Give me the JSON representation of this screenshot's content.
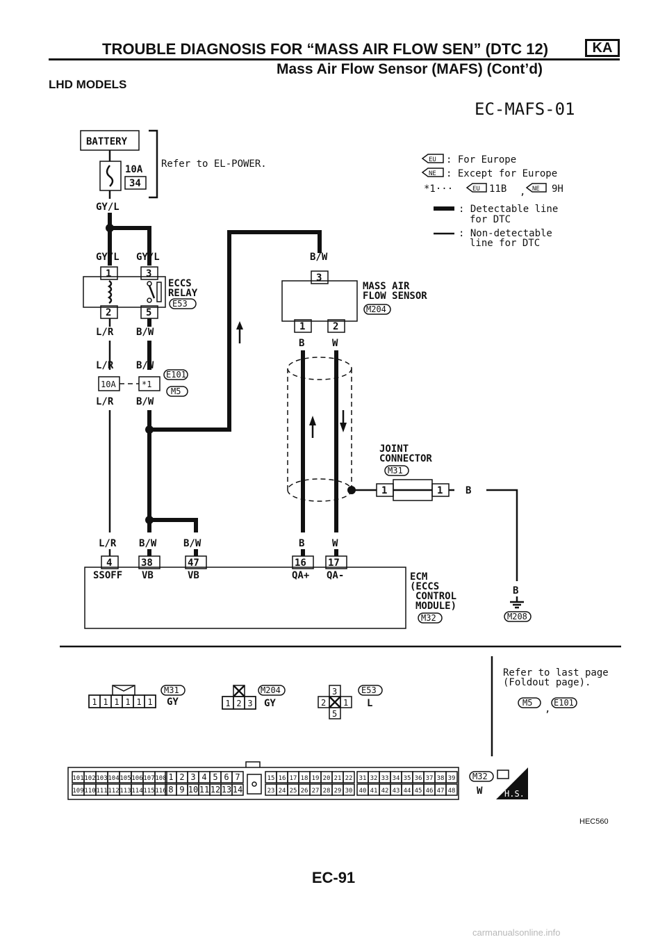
{
  "header": {
    "title": "TROUBLE DIAGNOSIS FOR “MASS AIR FLOW SEN” (DTC 12)",
    "badge": "KA",
    "subtitle": "Mass Air Flow Sensor (MAFS) (Cont’d)"
  },
  "section_title": "LHD MODELS",
  "diagram": {
    "id": "EC-MAFS-01",
    "battery": "BATTERY",
    "fuse_amp": "10A",
    "fuse_no": "34",
    "refer_power": "Refer to EL-POWER.",
    "legend": {
      "eu_code": "EU",
      "eu_text": ": For Europe",
      "ne_code": "NE",
      "ne_text": ": Except for Europe",
      "star_prefix": "*1···",
      "star_eu": "11B",
      "star_sep": ",",
      "star_ne": "9H",
      "detect_1": ": Detectable line",
      "detect_2": "for DTC",
      "nondetect_1": ": Non-detectable",
      "nondetect_2": "line for DTC"
    },
    "wires": {
      "gy_l": "GY/L",
      "b_w": "B/W",
      "l_r": "L/R",
      "b": "B",
      "w": "W"
    },
    "relay": {
      "line1": "ECCS",
      "line2": "RELAY",
      "code": "E53",
      "pin1": "1",
      "pin3": "3",
      "pin2": "2",
      "pin5": "5"
    },
    "inline_conn": {
      "code1": "E101",
      "code2": "M5",
      "pin_a": "10A",
      "pin_b": "*1"
    },
    "mafs": {
      "line1": "MASS AIR",
      "line2": "FLOW SENSOR",
      "code": "M204",
      "pin3": "3",
      "pin1": "1",
      "pin2": "2"
    },
    "joint": {
      "line1": "JOINT",
      "line2": "CONNECTOR",
      "code": "M31",
      "pin_l": "1",
      "pin_r": "1"
    },
    "ecm": {
      "line1": "ECM",
      "line2": "(ECCS",
      "line3": "CONTROL",
      "line4": "MODULE)",
      "code": "M32",
      "pins": [
        "4",
        "38",
        "47",
        "16",
        "17"
      ],
      "names": [
        "SSOFF",
        "VB",
        "VB",
        "QA+",
        "QA-"
      ]
    },
    "ground_code": "M208",
    "connectors": {
      "m31_code": "M31",
      "m31_color": "GY",
      "m31_pins": [
        "1",
        "1",
        "1",
        "1",
        "1",
        "1"
      ],
      "m204_code": "M204",
      "m204_color": "GY",
      "m204_pins": [
        "1",
        "2",
        "3"
      ],
      "e53_code": "E53",
      "e53_color": "L",
      "e53_pins": [
        "3",
        "2",
        "1",
        "5"
      ],
      "refer_1": "Refer to last page",
      "refer_2": "(Foldout page).",
      "refer_code1": "M5",
      "refer_sep": ",",
      "refer_code2": "E101",
      "m32_code": "M32",
      "m32_color": "W",
      "hs_label": "H.S.",
      "m32_left_top": [
        "101",
        "102",
        "103",
        "104",
        "105",
        "106",
        "107",
        "108"
      ],
      "m32_left_bottom": [
        "109",
        "110",
        "111",
        "112",
        "113",
        "114",
        "115",
        "116"
      ],
      "m32_mid_top": [
        "1",
        "2",
        "3",
        "4",
        "5",
        "6",
        "7"
      ],
      "m32_mid_bottom": [
        "8",
        "9",
        "10",
        "11",
        "12",
        "13",
        "14"
      ],
      "m32_r1_top": [
        "15",
        "16",
        "17",
        "18",
        "19",
        "20",
        "21",
        "22"
      ],
      "m32_r1_bottom": [
        "23",
        "24",
        "25",
        "26",
        "27",
        "28",
        "29",
        "30"
      ],
      "m32_r2_top": [
        "31",
        "32",
        "33",
        "34",
        "35",
        "36",
        "37",
        "38",
        "39"
      ],
      "m32_r2_bottom": [
        "40",
        "41",
        "42",
        "43",
        "44",
        "45",
        "46",
        "47",
        "48"
      ]
    }
  },
  "figure_id": "HEC560",
  "page_number": "EC-91",
  "watermark": "carmanualsonline.info"
}
